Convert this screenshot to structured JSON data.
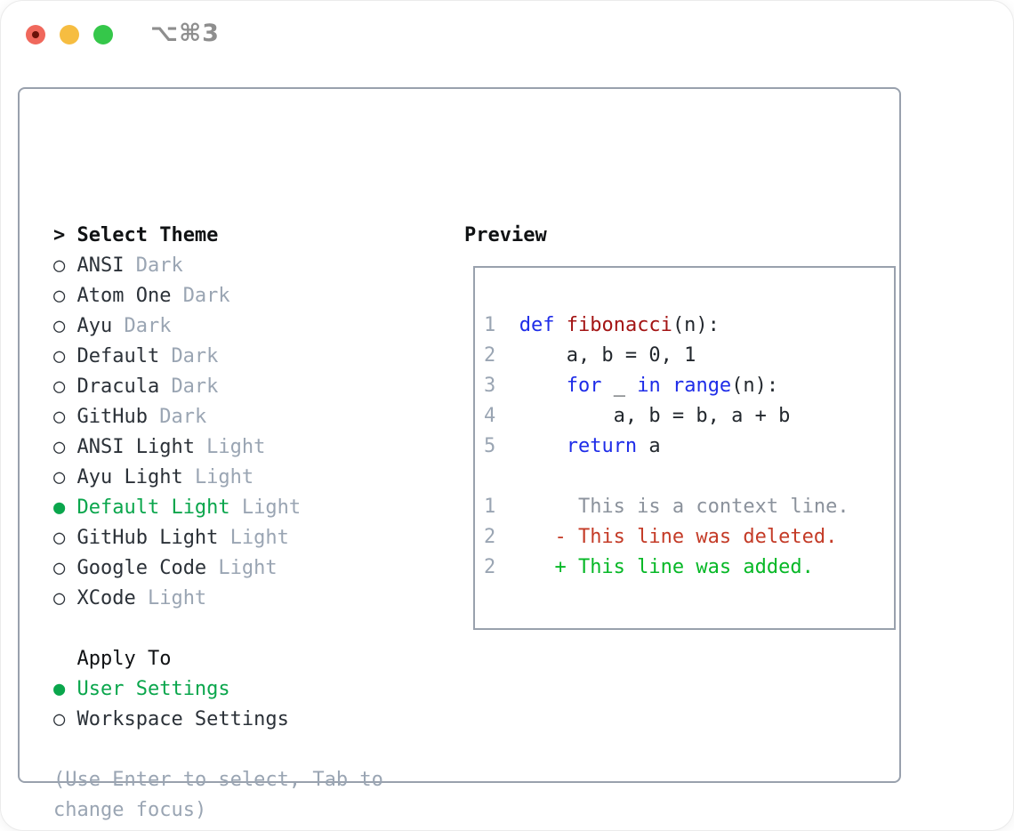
{
  "window": {
    "title": "⌥⌘3"
  },
  "colors": {
    "accent_green": "#0aa64c",
    "added_green": "#06b826",
    "deleted_red": "#c43b27",
    "keyword_blue": "#1e2ce8",
    "function_red": "#a31414",
    "code_text": "#23282e",
    "text_dark": "#2b3138",
    "header_black": "#101214",
    "muted_gray": "#9aa5b3",
    "context_gray": "#8b929c",
    "border_gray": "#99a1ad",
    "title_gray": "#8e8e8e",
    "traffic_red": "#f0685c",
    "traffic_red_dot": "#6a1208",
    "traffic_yellow": "#f6bd41",
    "traffic_green": "#35c74a"
  },
  "glyphs": {
    "prompt": ">",
    "radio_off": "○",
    "radio_on": "●"
  },
  "select_theme": {
    "title": "Select Theme",
    "items": [
      {
        "name": "ANSI",
        "variant": "Dark",
        "selected": false
      },
      {
        "name": "Atom One",
        "variant": "Dark",
        "selected": false
      },
      {
        "name": "Ayu",
        "variant": "Dark",
        "selected": false
      },
      {
        "name": "Default",
        "variant": "Dark",
        "selected": false
      },
      {
        "name": "Dracula",
        "variant": "Dark",
        "selected": false
      },
      {
        "name": "GitHub",
        "variant": "Dark",
        "selected": false
      },
      {
        "name": "ANSI Light",
        "variant": "Light",
        "selected": false
      },
      {
        "name": "Ayu Light",
        "variant": "Light",
        "selected": false
      },
      {
        "name": "Default Light",
        "variant": "Light",
        "selected": true
      },
      {
        "name": "GitHub Light",
        "variant": "Light",
        "selected": false
      },
      {
        "name": "Google Code",
        "variant": "Light",
        "selected": false
      },
      {
        "name": "XCode",
        "variant": "Light",
        "selected": false
      }
    ]
  },
  "apply_to": {
    "title": "Apply To",
    "items": [
      {
        "label": "User Settings",
        "selected": true
      },
      {
        "label": "Workspace Settings",
        "selected": false
      }
    ]
  },
  "hint": {
    "lines": [
      "(Use Enter to select, Tab to",
      "change focus)"
    ]
  },
  "preview": {
    "title": "Preview",
    "lines": [
      {
        "num": "1",
        "tokens": [
          {
            "t": "def",
            "c": "kw"
          },
          {
            "t": " ",
            "c": "pl"
          },
          {
            "t": "fibonacci",
            "c": "fn"
          },
          {
            "t": "(n):",
            "c": "pl"
          }
        ]
      },
      {
        "num": "2",
        "tokens": [
          {
            "t": "    a, b = 0, 1",
            "c": "pl"
          }
        ]
      },
      {
        "num": "3",
        "tokens": [
          {
            "t": "    ",
            "c": "pl"
          },
          {
            "t": "for",
            "c": "kw"
          },
          {
            "t": " _ ",
            "c": "pl"
          },
          {
            "t": "in",
            "c": "kw"
          },
          {
            "t": " ",
            "c": "pl"
          },
          {
            "t": "range",
            "c": "kw"
          },
          {
            "t": "(n):",
            "c": "pl"
          }
        ]
      },
      {
        "num": "4",
        "tokens": [
          {
            "t": "        a, b = b, a + b",
            "c": "pl"
          }
        ]
      },
      {
        "num": "5",
        "tokens": [
          {
            "t": "    ",
            "c": "pl"
          },
          {
            "t": "return",
            "c": "kw"
          },
          {
            "t": " a",
            "c": "pl"
          }
        ]
      },
      {
        "num": "",
        "tokens": []
      },
      {
        "num": "1",
        "tokens": [
          {
            "t": "     This is a context line.",
            "c": "ctx"
          }
        ]
      },
      {
        "num": "2",
        "tokens": [
          {
            "t": "   - This line was deleted.",
            "c": "del"
          }
        ]
      },
      {
        "num": "2",
        "tokens": [
          {
            "t": "   + This line was added.",
            "c": "add"
          }
        ]
      }
    ]
  }
}
